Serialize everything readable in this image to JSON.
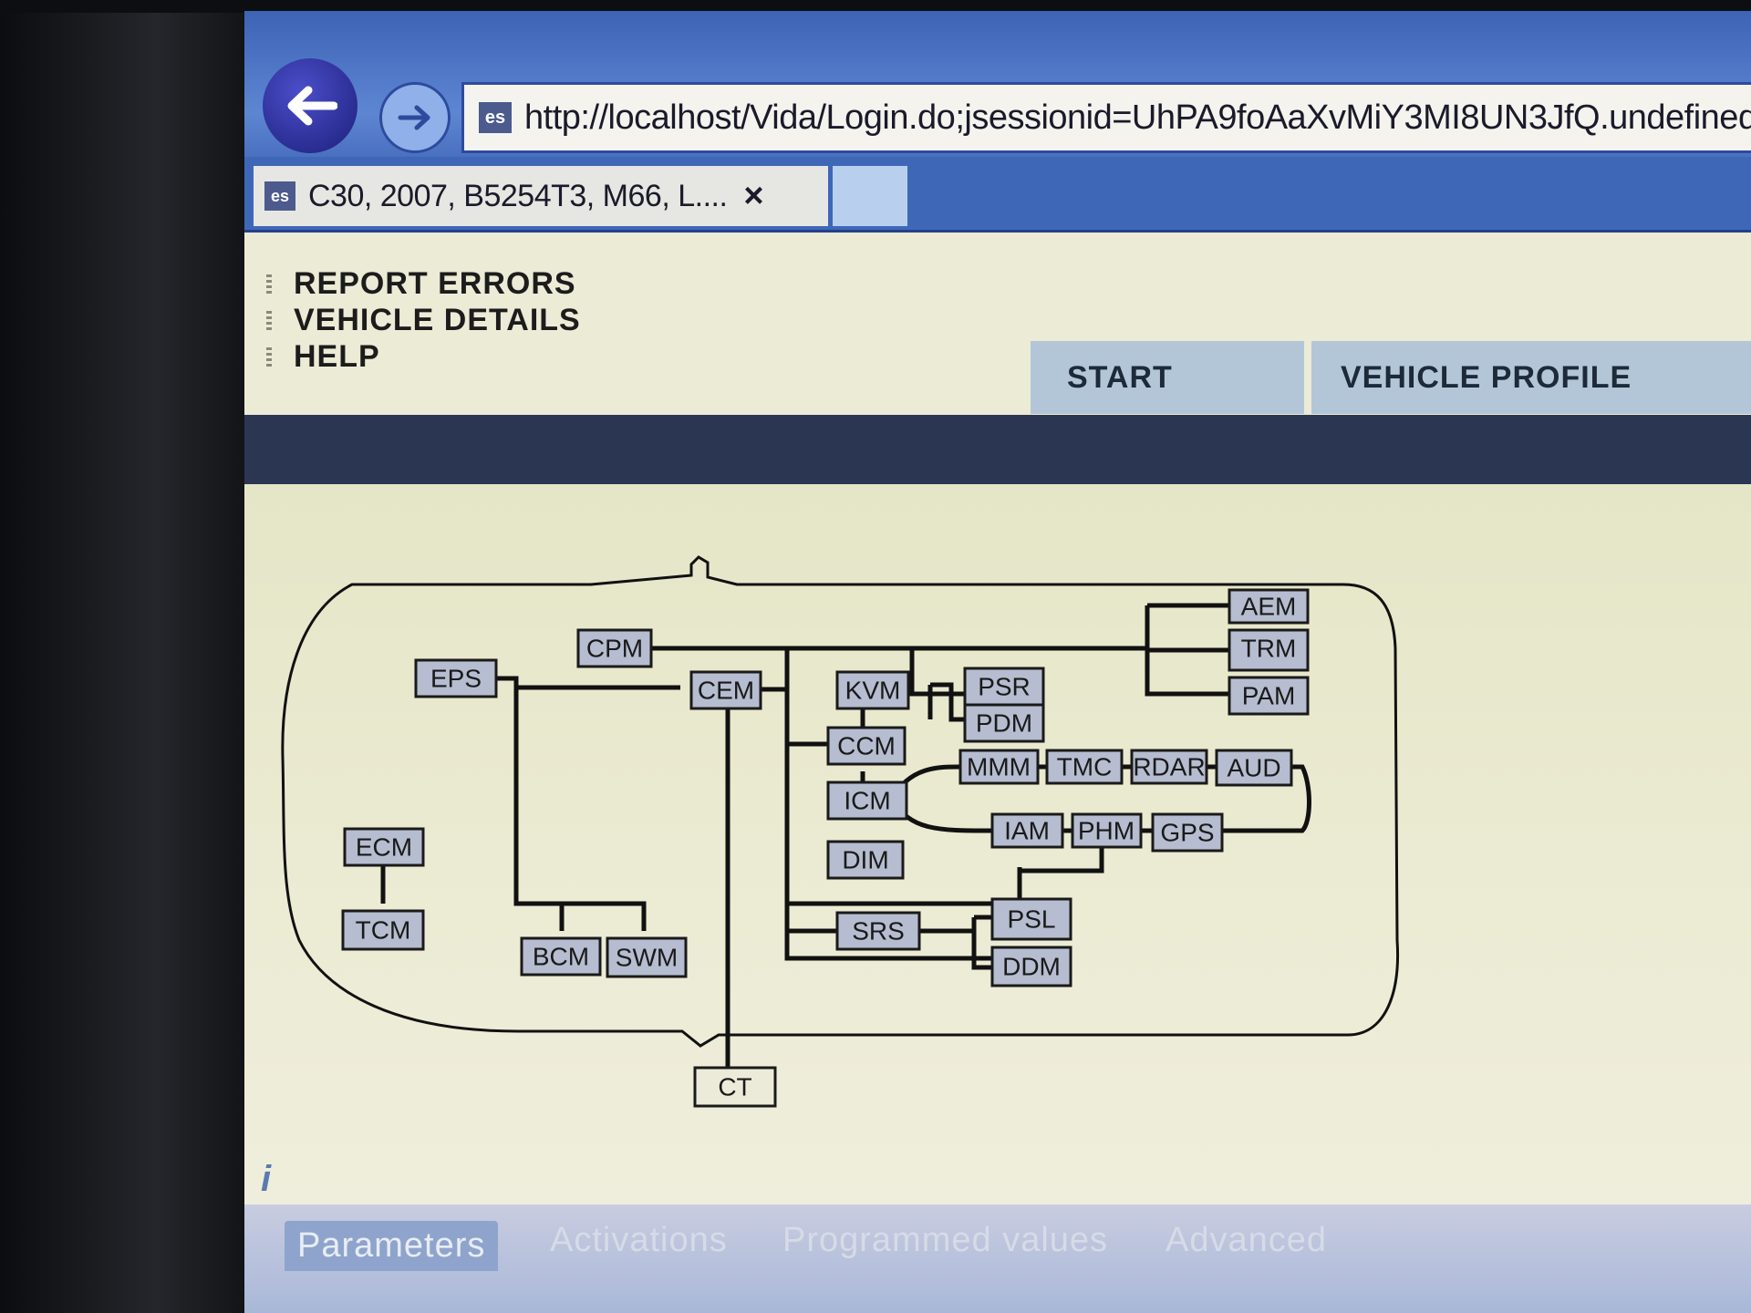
{
  "browser": {
    "url": "http://localhost/Vida/Login.do;jsessionid=UhPA9foAaXvMiY3MI8UN3JfQ.undefined",
    "tab_title": "C30, 2007, B5254T3, M66, L....",
    "tab_close": "×",
    "site_icon": "es"
  },
  "menu": {
    "items": [
      {
        "label": "REPORT ERRORS"
      },
      {
        "label": "VEHICLE DETAILS"
      },
      {
        "label": "HELP"
      }
    ]
  },
  "nav_tabs": [
    {
      "label": "START",
      "active": true
    },
    {
      "label": "VEHICLE PROFILE",
      "active": false
    }
  ],
  "diagram": {
    "modules": [
      "CPM",
      "EPS",
      "CEM",
      "KVM",
      "PSR",
      "PDM",
      "AEM",
      "TRM",
      "PAM",
      "CCM",
      "MMM",
      "TMC",
      "RDAR",
      "AUD",
      "ICM",
      "IAM",
      "PHM",
      "GPS",
      "DIM",
      "ECM",
      "TCM",
      "BCM",
      "SWM",
      "SRS",
      "PSL",
      "DDM",
      "CT"
    ]
  },
  "bottom_tabs": [
    {
      "label": "Parameters",
      "active": true
    },
    {
      "label": "Activations",
      "active": false
    },
    {
      "label": "Programmed values",
      "active": false
    },
    {
      "label": "Advanced",
      "active": false
    }
  ],
  "colors": {
    "browser_chrome": "#3f67b8",
    "menu_bg": "#ecebd6",
    "tab_blue": "#b3c6d8",
    "dark_band": "#2a3652",
    "module_fill": "#b6bdd0"
  }
}
